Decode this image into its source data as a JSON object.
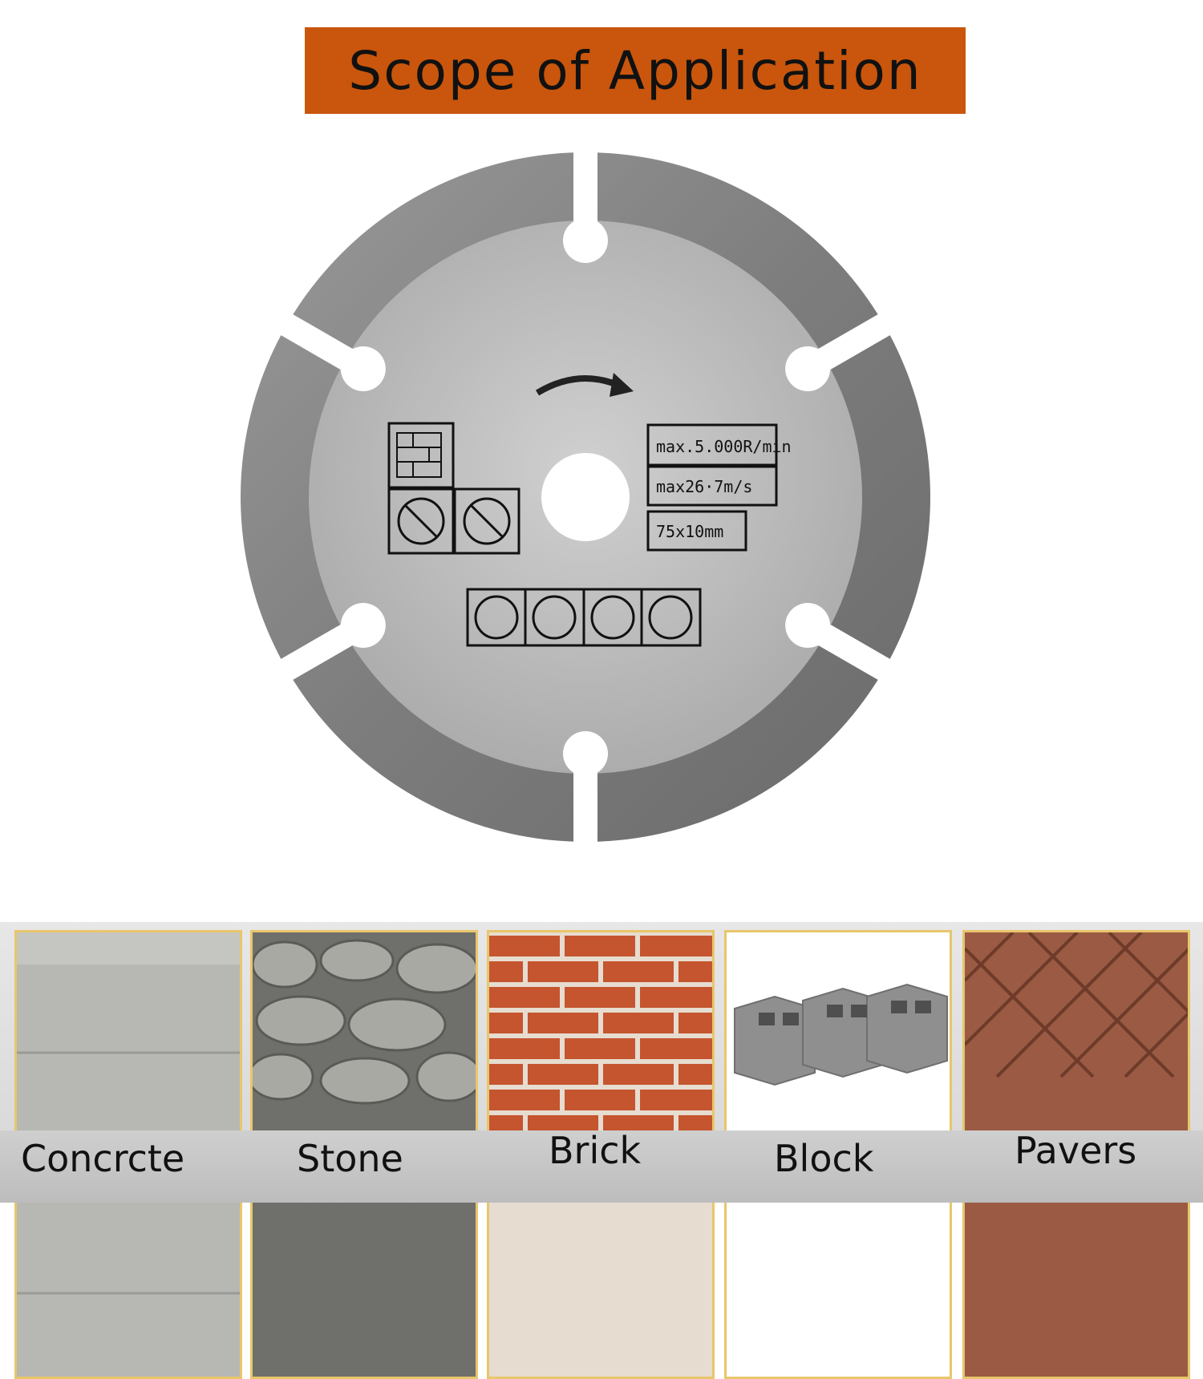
{
  "banner": {
    "title": "Scope of Application"
  },
  "blade": {
    "label_speed": "max.5.000R/min",
    "label_velocity": "max26·7m/s",
    "label_size": "75x10mm"
  },
  "materials": [
    {
      "name": "Concrcte"
    },
    {
      "name": "Stone"
    },
    {
      "name": "Brick"
    },
    {
      "name": "Block"
    },
    {
      "name": "Pavers"
    }
  ],
  "colors": {
    "banner_bg": "#c9560c",
    "tile_border": "#e8c66b",
    "blade_body": "#b9b9b9",
    "blade_segment": "#8a8a8a"
  }
}
